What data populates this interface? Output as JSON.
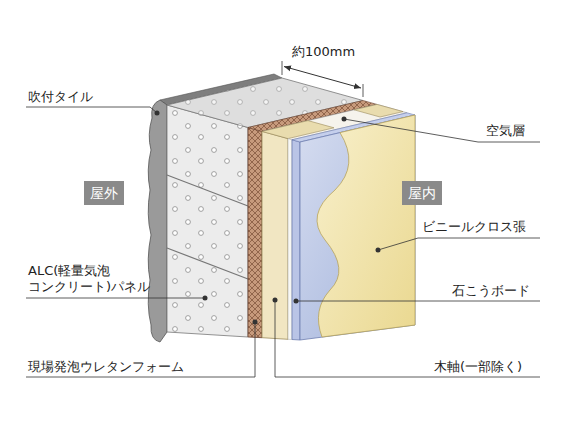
{
  "diagram": {
    "nodes": [
      {
        "text": [
          "屋外"
        ]
      },
      {
        "text": [
          "屋内"
        ]
      }
    ],
    "labels": [
      "吹付タイル",
      "約100mm",
      "空気層",
      "ビニールクロス張",
      "ALC(軽量気泡 コンクリート)パネル",
      "石こうボード",
      "現場発泡ウレタンフォーム",
      "木軸(一部除く)"
    ]
  }
}
